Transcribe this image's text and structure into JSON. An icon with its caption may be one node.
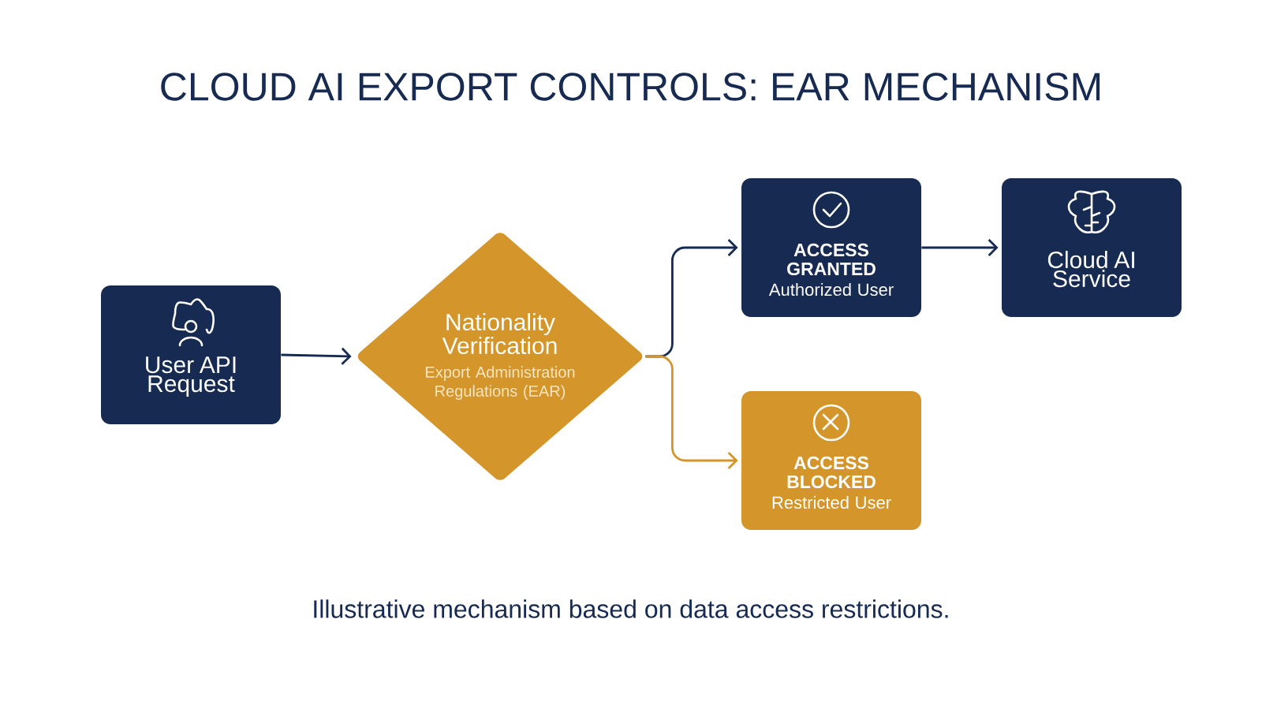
{
  "diagram": {
    "title": "CLOUD AI EXPORT CONTROLS: EAR MECHANISM",
    "caption": "Illustrative mechanism based on data access restrictions.",
    "nodes": [
      {
        "text": [
          "User API Request"
        ]
      },
      {
        "text": [
          "Nationality Verification",
          "Export Administration Regulations (EAR)"
        ]
      },
      {
        "text": [
          "ACCESS GRANTED",
          "Authorized User"
        ]
      },
      {
        "text": [
          "Cloud AI Service"
        ]
      },
      {
        "text": [
          "ACCESS BLOCKED",
          "Restricted User"
        ]
      }
    ],
    "edges": [
      {
        "from": 0,
        "to": 1,
        "arrow": "to"
      },
      {
        "from": 1,
        "to": 2,
        "arrow": "to"
      },
      {
        "from": 1,
        "to": 4,
        "arrow": "to",
        "color": "#d4962a"
      },
      {
        "from": 2,
        "to": 3,
        "arrow": "to"
      }
    ]
  }
}
